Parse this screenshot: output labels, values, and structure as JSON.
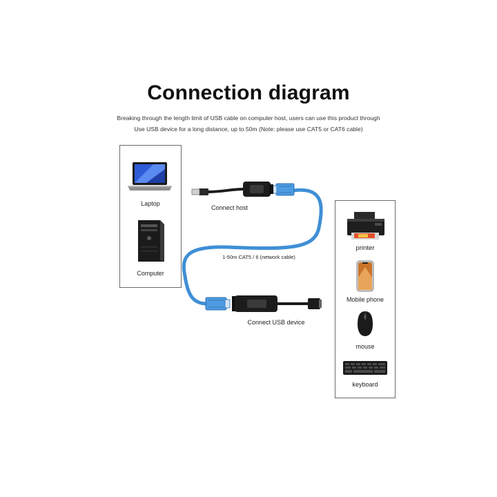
{
  "title": "Connection diagram",
  "subtitle": {
    "line1": "Breaking through the length limit of USB cable on computer host, users can use this product through",
    "line2": "Use USB device for a long distance, up to 50m (Note: please use CAT5 or CAT6 cable)"
  },
  "source_devices": [
    {
      "label": "Laptop",
      "icon": "laptop-icon"
    },
    {
      "label": "Computer",
      "icon": "computer-tower-icon"
    }
  ],
  "target_devices": [
    {
      "label": "printer",
      "icon": "printer-icon"
    },
    {
      "label": "Mobile phone",
      "icon": "mobile-phone-icon"
    },
    {
      "label": "mouse",
      "icon": "mouse-icon"
    },
    {
      "label": "keyboard",
      "icon": "keyboard-icon"
    }
  ],
  "cable_labels": {
    "host": "Connect host",
    "network": "1-50m CAT5 / 6 (network cable)",
    "device": "Connect USB device"
  },
  "colors": {
    "cable_blue": "#3f8fd6",
    "adapter_black": "#1c1c1c",
    "border": "#6b6b6b"
  }
}
